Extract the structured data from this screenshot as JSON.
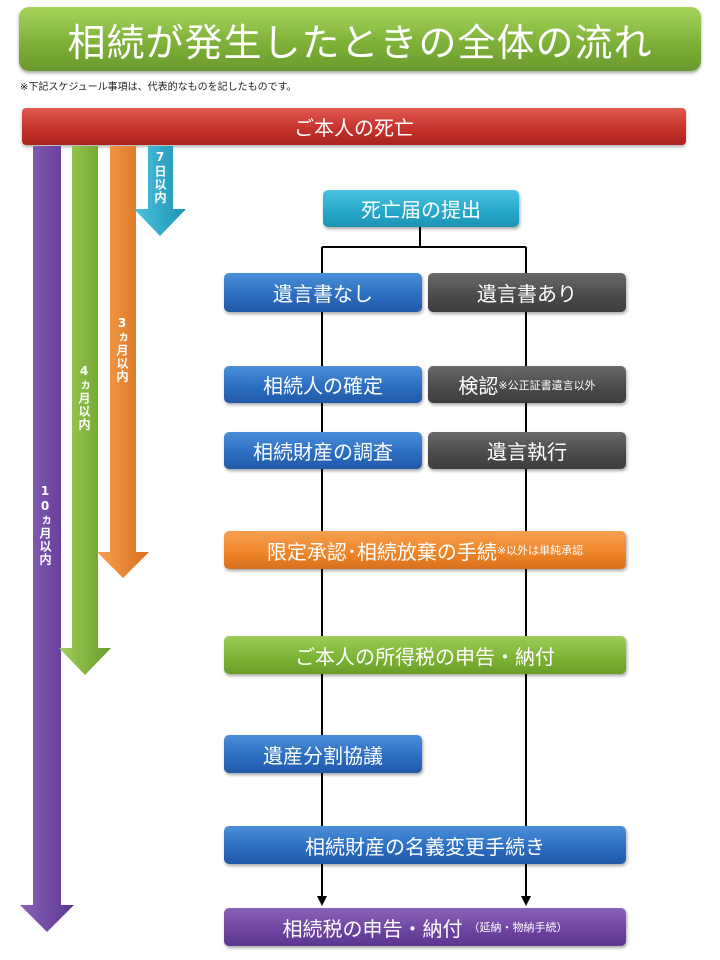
{
  "title": "相続が発生したときの全体の流れ",
  "note": "※下記スケジュール事項は、代表的なものを記したものです。",
  "death": "ご本人の死亡",
  "deadlines": {
    "d7": "7日以内",
    "m3": "3ヵ月以内",
    "m4": "4ヵ月以内",
    "m10": "10ヵ月以内"
  },
  "steps": {
    "notice": "死亡届の提出",
    "no_will": "遺言書なし",
    "has_will": "遺言書あり",
    "heirs": "相続人の確定",
    "probate": "検認",
    "probate_note": "※公正証書遺言以外",
    "survey": "相続財産の調査",
    "execution": "遺言執行",
    "renounce": "限定承認･相続放棄の手続",
    "renounce_note": "※以外は単純承認",
    "income_tax": "ご本人の所得税の申告・納付",
    "division": "遺産分割協議",
    "transfer": "相続財産の名義変更手続き",
    "inheritance_tax": "相続税の申告・納付",
    "inheritance_tax_note": "（延納・物納手続）"
  },
  "colors": {
    "title": "#7fb23a",
    "death": "#c4302a",
    "blue": "#2a6cc0",
    "gray": "#4a4a4a",
    "teal": "#25a7c9",
    "orange": "#ee8428",
    "green": "#7cb234",
    "purple": "#6c44a0"
  }
}
